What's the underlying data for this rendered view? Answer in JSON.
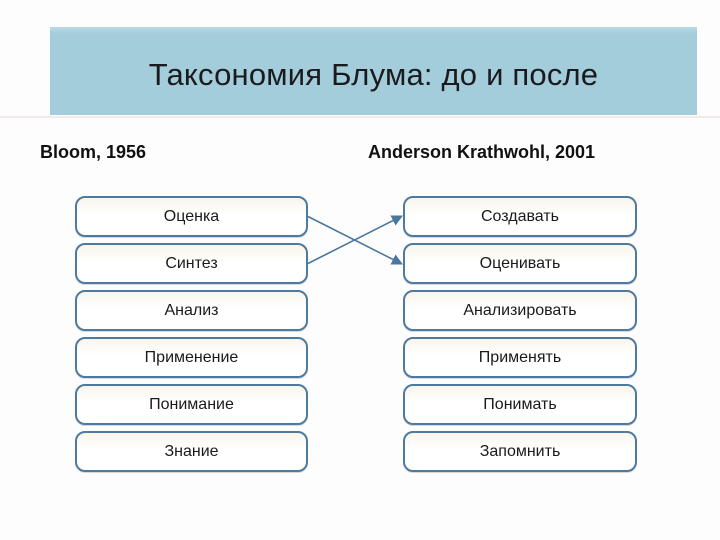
{
  "title": "Таксономия Блума: до и после",
  "columns": {
    "left": {
      "header": "Bloom, 1956",
      "items": [
        "Оценка",
        "Синтез",
        "Анализ",
        "Применение",
        "Понимание",
        "Знание"
      ]
    },
    "right": {
      "header": "Anderson Krathwohl, 2001",
      "items": [
        "Создавать",
        "Оценивать",
        "Анализировать",
        "Применять",
        "Понимать",
        "Запомнить"
      ]
    }
  },
  "connections": [
    {
      "from": "Оценка",
      "to": "Оценивать"
    },
    {
      "from": "Синтез",
      "to": "Создавать"
    }
  ],
  "colors": {
    "banner_bg": "#a3cdda",
    "banner_top": "#b7dae5",
    "title_text": "#1b1b1f",
    "box_border": "#4e7aa0",
    "box_text": "#1a1a1a",
    "connector": "#4a77a0"
  }
}
